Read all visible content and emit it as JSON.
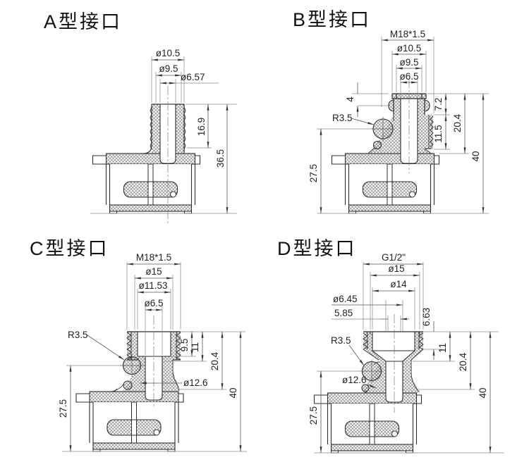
{
  "sheet": {
    "background": "#ffffff",
    "line_color": "#2e2e2e",
    "dim_color": "#666666"
  },
  "panels": {
    "a": {
      "title": "A型接口",
      "dims": {
        "dia_outer": "ø10.5",
        "dia_mid": "ø9.5",
        "dia_bore": "ø6.57",
        "stub_height": "16.9",
        "total_height": "36.5"
      }
    },
    "b": {
      "title": "B型接口",
      "dims": {
        "thread": "M18*1.5",
        "dia_outer": "ø10.5",
        "dia_mid": "ø9.5",
        "dia_bore": "ø6.5",
        "radius": "R3.5",
        "barb": "4",
        "depth_top": "7.2",
        "depth_thread": "11.5",
        "stub_height": "20.4",
        "total_height": "40",
        "body_height": "27.5"
      }
    },
    "c": {
      "title": "C型接口",
      "dims": {
        "thread": "M18*1.5",
        "dia_outer": "ø15",
        "dia_recess": "ø11.53",
        "dia_bore": "ø6.5",
        "radius": "R3.5",
        "dia_waist": "ø12.6",
        "depth_recess": "9.5",
        "depth_shoulder": "11",
        "stub_height": "20.4",
        "total_height": "40",
        "body_height": "27.5"
      }
    },
    "d": {
      "title": "D型接口",
      "dims": {
        "thread": "G1/2\"",
        "dia_outer": "ø15",
        "dia_recess": "ø14",
        "dia_bore": "ø6.45",
        "dia_bore2": "5.85",
        "depth_thread": "6.63",
        "radius": "R3.5",
        "dia_waist": "ø12.6",
        "depth_shoulder": "11",
        "stub_height": "20.4",
        "total_height": "40",
        "body_height": "27.5"
      }
    }
  }
}
